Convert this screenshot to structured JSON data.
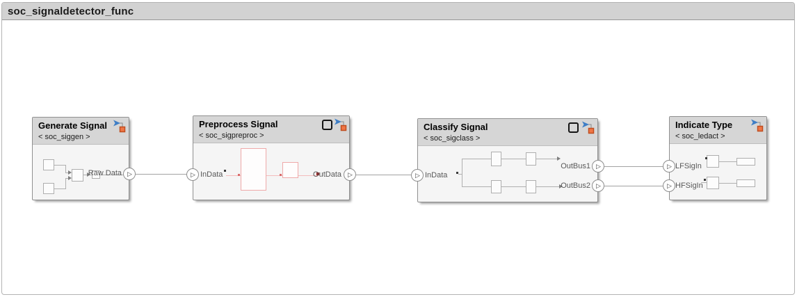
{
  "window": {
    "title": "soc_signaldetector_func"
  },
  "icons": {
    "port_triangle": "▷",
    "subsystem_badge": "subsystem-reference-badge",
    "checkbox_badge": "empty-square-badge"
  },
  "colors": {
    "titlebar_bg": "#d2d2d2",
    "block_header_bg": "#d6d6d6",
    "block_body_bg": "#f5f5f5",
    "badge_blue": "#3e7ec6",
    "badge_orange": "#ef7646",
    "badge_orange_border": "#bf4d20",
    "preview_red_border": "#efa9a9",
    "preview_red_line": "#f3bcbc",
    "wire_gray": "#a2a2a2"
  },
  "blocks": [
    {
      "title": "Generate Signal",
      "annotation": "< soc_siggen >",
      "ports": {
        "out": "Raw Data"
      }
    },
    {
      "title": "Preprocess Signal",
      "annotation": "< soc_sigpreproc >",
      "ports": {
        "in": "InData",
        "out": "OutData"
      }
    },
    {
      "title": "Classify Signal",
      "annotation": "< soc_sigclass >",
      "ports": {
        "in": "InData",
        "out1": "OutBus1",
        "out2": "OutBus2"
      }
    },
    {
      "title": "Indicate Type",
      "annotation": "< soc_ledact >",
      "ports": {
        "in1": "LFSigIn",
        "in2": "HFSigIn"
      }
    }
  ]
}
